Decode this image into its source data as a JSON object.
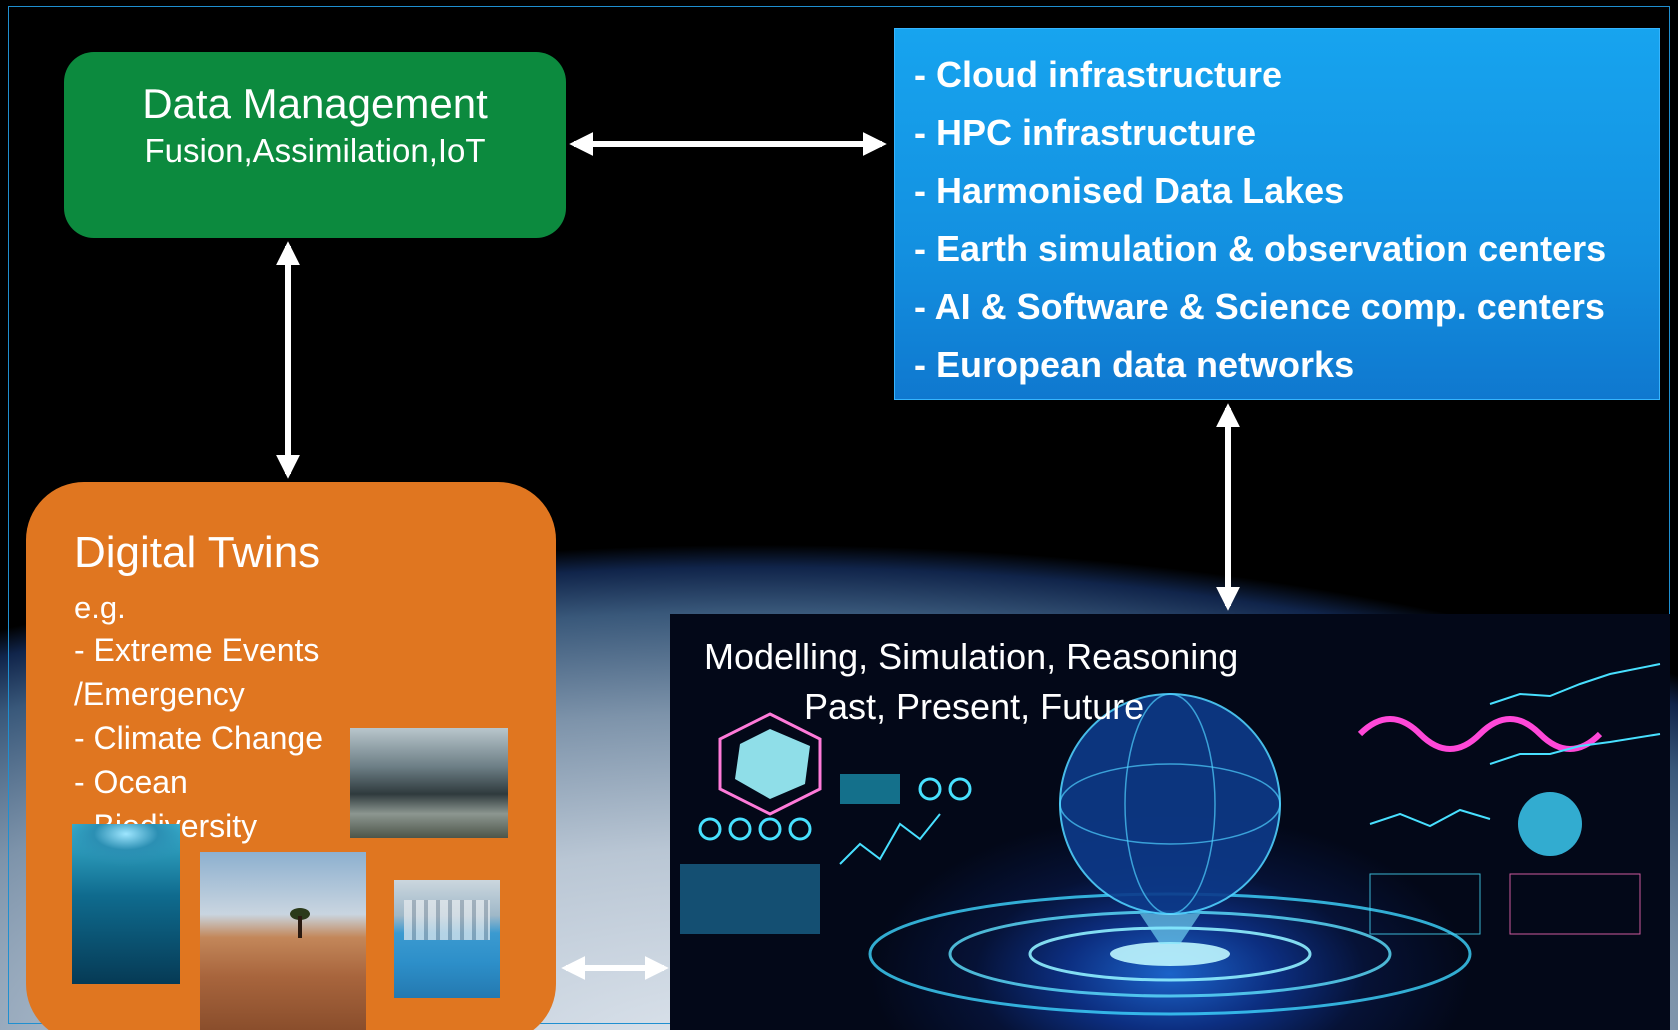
{
  "data_management": {
    "title": "Data Management",
    "subtitle": "Fusion,Assimilation,IoT"
  },
  "infrastructure": {
    "items": [
      "- Cloud infrastructure",
      "- HPC infrastructure",
      "- Harmonised Data Lakes",
      "- Earth simulation & observation centers",
      "- AI & Software & Science comp. centers",
      "- European data networks"
    ]
  },
  "digital_twins": {
    "title": "Digital Twins",
    "example_label": "e.g.",
    "items": [
      "- Extreme Events",
      "/Emergency",
      "- Climate Change",
      "- Ocean",
      "- Biodiversity"
    ]
  },
  "modelling": {
    "line1": "Modelling, Simulation, Reasoning",
    "line2": "Past, Present, Future"
  },
  "colors": {
    "data_management_bg": "#0c8a3e",
    "infrastructure_bg": "#1390e0",
    "digital_twins_bg": "#e07620",
    "arrow": "#ffffff",
    "frame": "#1f8fd0"
  }
}
